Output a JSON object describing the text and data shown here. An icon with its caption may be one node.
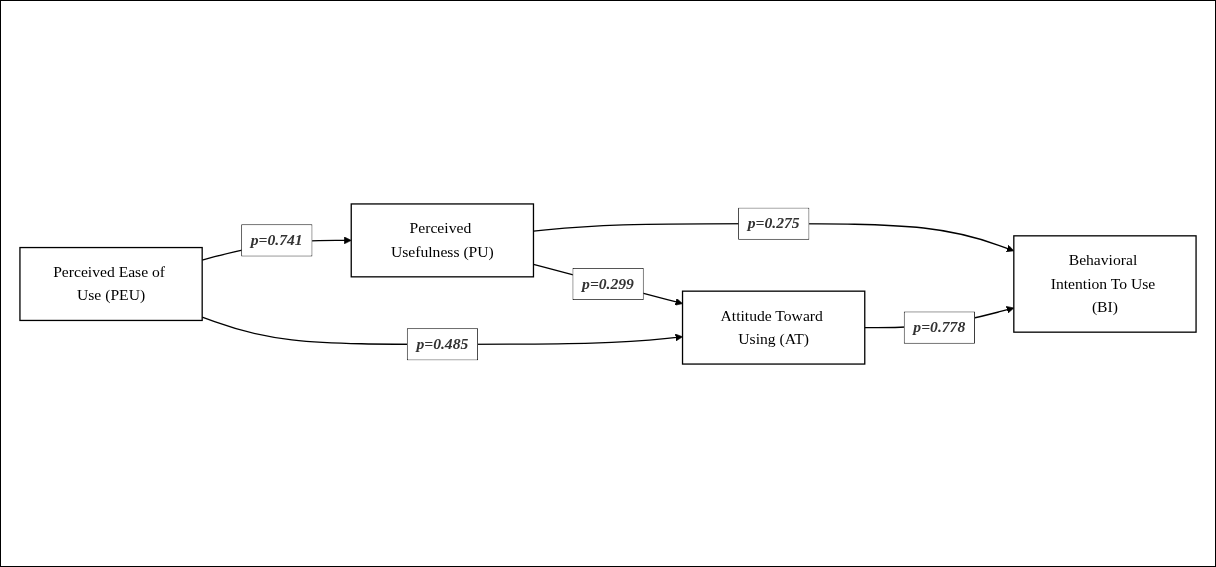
{
  "diagram": {
    "nodes": [
      {
        "text": [
          "Perceived Usefulness (PU)"
        ]
      },
      {
        "text": [
          "Perceived Ease of Use (PEU)"
        ]
      },
      {
        "text": [
          "Attitude Toward Using (AT)"
        ]
      },
      {
        "text": [
          "Behavioral Intention To Use (BI)"
        ]
      }
    ],
    "edges": [
      {
        "from": 0,
        "to": 2,
        "arrow": "to",
        "label": "p=0.299"
      },
      {
        "from": 0,
        "to": 3,
        "arrow": "to",
        "label": "p=0.275"
      },
      {
        "from": 1,
        "to": 0,
        "arrow": "to",
        "label": "p=0.741"
      },
      {
        "from": 1,
        "to": 2,
        "arrow": "to",
        "label": "p=0.485"
      },
      {
        "from": 2,
        "to": 3,
        "arrow": "to",
        "label": "p=0.778"
      }
    ]
  }
}
